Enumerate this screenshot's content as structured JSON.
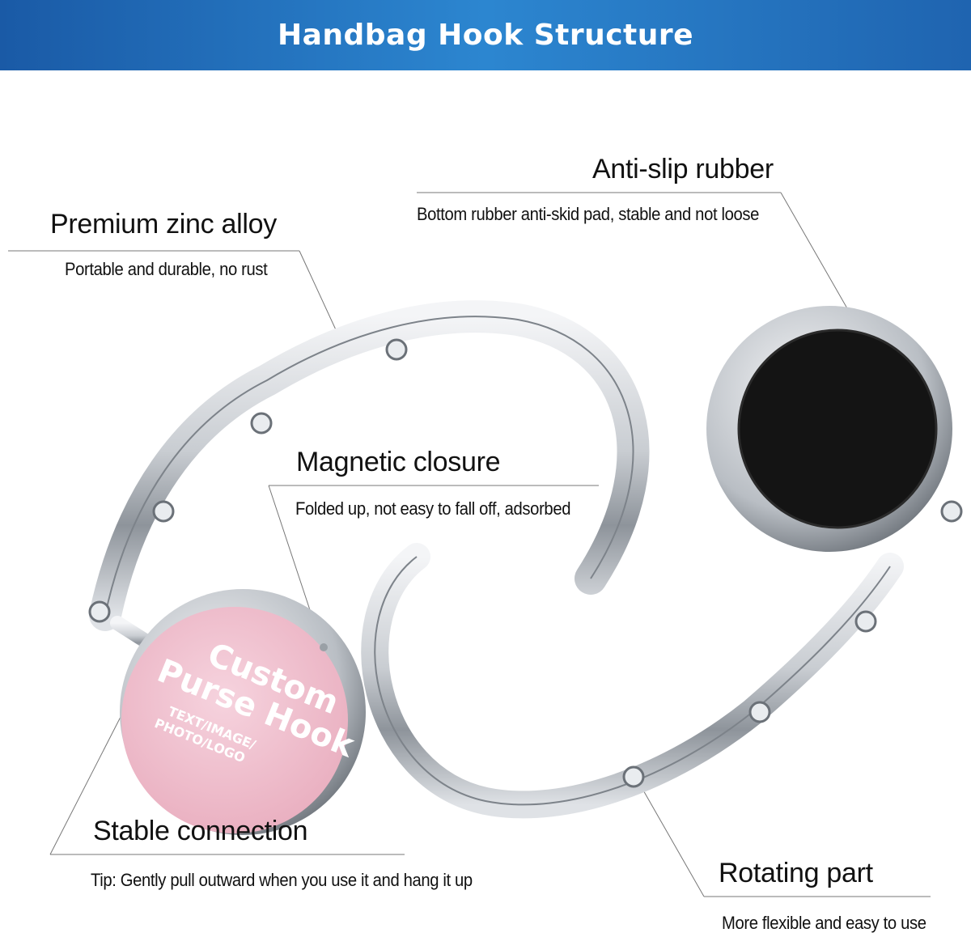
{
  "header": {
    "title": "Handbag Hook Structure"
  },
  "product_disc": {
    "line1": "Custom",
    "line2": "Purse Hook",
    "line3": "TEXT/IMAGE/",
    "line4": "PHOTO/LOGO"
  },
  "callouts": [
    {
      "title": "Premium zinc alloy",
      "desc": "Portable and durable, no rust"
    },
    {
      "title": "Anti-slip rubber",
      "desc": "Bottom rubber anti-skid pad, stable and not loose"
    },
    {
      "title": "Magnetic closure",
      "desc": "Folded up, not easy to fall off,  adsorbed"
    },
    {
      "title": "Stable connection",
      "desc": "Tip: Gently pull outward when you use it and hang it up"
    },
    {
      "title": "Rotating part",
      "desc": "More flexible and easy to use"
    }
  ],
  "colors": {
    "banner": "#2c86d0",
    "disc_pink": "#f2c4d2",
    "rubber": "#141414",
    "metal": "#c8ccd1"
  }
}
